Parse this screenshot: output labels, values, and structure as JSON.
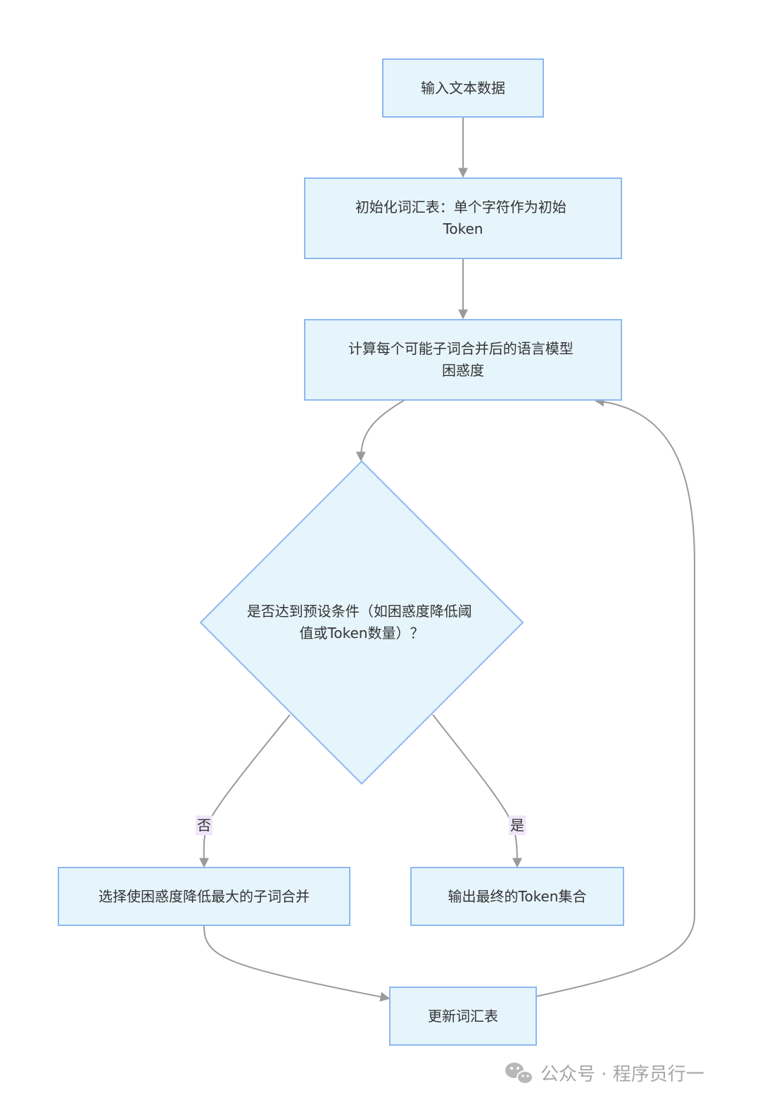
{
  "nodes": {
    "input": {
      "lines": [
        "输入文本数据"
      ]
    },
    "init": {
      "lines": [
        "初始化词汇表：单个字符作为初始",
        "Token"
      ]
    },
    "compute": {
      "lines": [
        "计算每个可能子词合并后的语言模型",
        "困惑度"
      ]
    },
    "decision": {
      "lines": [
        "是否达到预设条件（如困惑度降低阈",
        "值或Token数量）？"
      ]
    },
    "merge": {
      "lines": [
        "选择使困惑度降低最大的子词合并"
      ]
    },
    "output": {
      "lines": [
        "输出最终的Token集合"
      ]
    },
    "update": {
      "lines": [
        "更新词汇表"
      ]
    }
  },
  "edges": {
    "no_label": "否",
    "yes_label": "是"
  },
  "watermark": {
    "icon": "wechat-icon",
    "text": "公众号 · 程序员行一"
  },
  "colors": {
    "node_fill": "#e6f4fc",
    "node_border": "#8cb8f0",
    "edge": "#9a9a9a",
    "edge_label_bg": "#efe6fa"
  }
}
